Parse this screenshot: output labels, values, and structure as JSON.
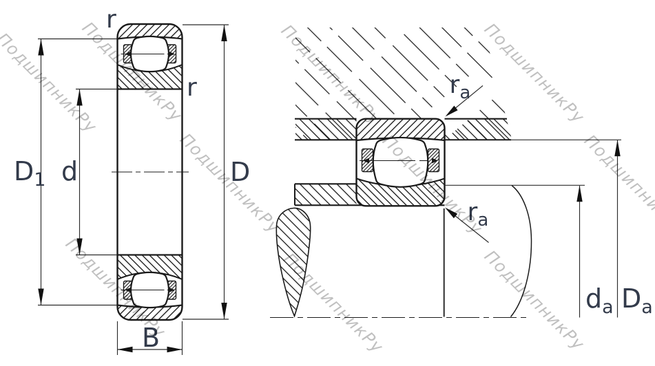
{
  "watermark": {
    "text": "ПодшипникРу",
    "color": "#b0b0b0"
  },
  "colors": {
    "line": "#1a1a1a",
    "label": "#333b4b"
  },
  "left_view": {
    "labels": {
      "D1": {
        "main": "D",
        "sub": "1"
      },
      "d": {
        "main": "d"
      },
      "D": {
        "main": "D"
      },
      "B": {
        "main": "B"
      },
      "r_top": {
        "main": "r"
      },
      "r_inner": {
        "main": "r"
      }
    }
  },
  "right_view": {
    "labels": {
      "ra_top": {
        "main": "r",
        "sub": "a"
      },
      "ra_bottom": {
        "main": "r",
        "sub": "a"
      },
      "da": {
        "main": "d",
        "sub": "a"
      },
      "Da": {
        "main": "D",
        "sub": "a"
      }
    }
  }
}
